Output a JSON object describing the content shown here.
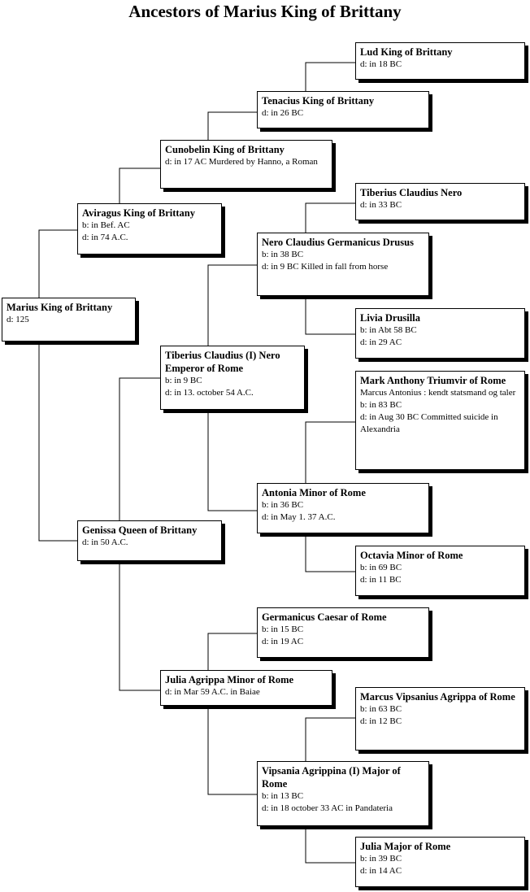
{
  "title": "Ancestors of Marius King of Brittany",
  "people": {
    "marius": {
      "name": "Marius King of Brittany",
      "lines": [
        "d: 125"
      ]
    },
    "aviragus": {
      "name": "Aviragus King of Brittany",
      "lines": [
        "b: in Bef. AC",
        "d: in 74 A.C."
      ]
    },
    "genissa": {
      "name": "Genissa Queen of Brittany",
      "lines": [
        "d: in 50 A.C."
      ]
    },
    "cunobelin": {
      "name": "Cunobelin King of Brittany",
      "lines": [
        "d: in 17 AC Murdered by Hanno, a Roman"
      ]
    },
    "tenacius": {
      "name": "Tenacius King of Brittany",
      "lines": [
        "d: in 26 BC"
      ]
    },
    "lud": {
      "name": "Lud King of Brittany",
      "lines": [
        "d: in 18 BC"
      ]
    },
    "tiberius_claudius_i": {
      "name": "Tiberius Claudius (I) Nero Emperor of Rome",
      "lines": [
        "b: in 9 BC",
        "d: in 13. october 54 A.C."
      ]
    },
    "nero_drusus": {
      "name": "Nero Claudius Germanicus Drusus",
      "lines": [
        "b: in 38 BC",
        "d: in 9 BC Killed in fall from horse"
      ]
    },
    "tiberius_nero": {
      "name": "Tiberius Claudius Nero",
      "lines": [
        "d: in 33 BC"
      ]
    },
    "livia": {
      "name": "Livia Drusilla",
      "lines": [
        "b: in Abt 58 BC",
        "d: in 29 AC"
      ]
    },
    "antonia": {
      "name": "Antonia Minor of Rome",
      "lines": [
        "b: in 36 BC",
        "d: in May 1. 37 A.C."
      ]
    },
    "mark_anthony": {
      "name": "Mark Anthony Triumvir of Rome",
      "lines": [
        "Marcus Antonius : kendt statsmand og taler",
        "b: in 83 BC",
        "d: in Aug 30 BC Committed suicide in Alexandria"
      ]
    },
    "octavia": {
      "name": "Octavia Minor of Rome",
      "lines": [
        "b: in 69 BC",
        "d: in 11 BC"
      ]
    },
    "julia_agrippa": {
      "name": "Julia Agrippa Minor of Rome",
      "lines": [
        "d: in Mar 59 A.C. in Baiae"
      ]
    },
    "germanicus": {
      "name": "Germanicus Caesar of Rome",
      "lines": [
        "b: in 15 BC",
        "d: in 19 AC"
      ]
    },
    "vipsania": {
      "name": "Vipsania Agrippina (I) Major of Rome",
      "lines": [
        "b: in 13 BC",
        "d: in 18 october 33 AC in Pandateria"
      ]
    },
    "marcus_agrippa": {
      "name": "Marcus Vipsanius Agrippa of Rome",
      "lines": [
        "b: in 63 BC",
        "d: in 12 BC"
      ]
    },
    "julia_major": {
      "name": "Julia Major of Rome",
      "lines": [
        "b: in 39 BC",
        "d: in 14 AC"
      ]
    }
  }
}
